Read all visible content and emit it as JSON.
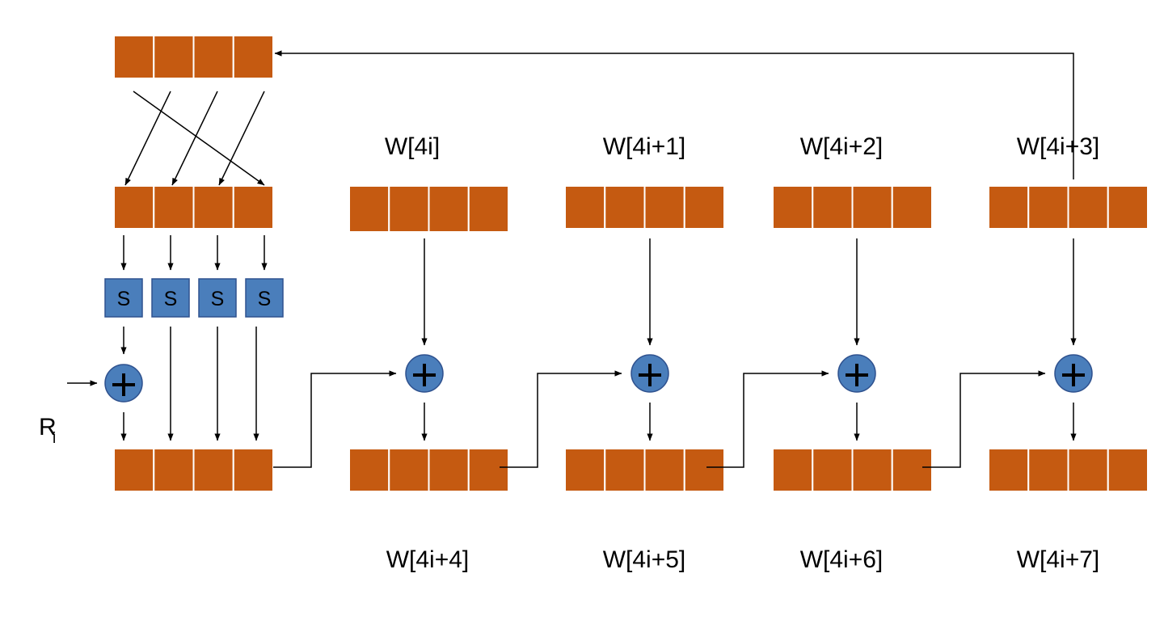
{
  "colors": {
    "word_cell": "#C55A11",
    "sbox_fill": "#4A7EBB",
    "xor_fill": "#4A7EBB",
    "line": "#000000",
    "background": "#FFFFFF"
  },
  "input_label": {
    "main": "R",
    "subscript": "i"
  },
  "sbox_label": "S",
  "top_words": [
    {
      "label": "W[4i]"
    },
    {
      "label": "W[4i+1]"
    },
    {
      "label": "W[4i+2]"
    },
    {
      "label": "W[4i+3]"
    }
  ],
  "bottom_words": [
    {
      "label": "W[4i+4]"
    },
    {
      "label": "W[4i+5]"
    },
    {
      "label": "W[4i+6]"
    },
    {
      "label": "W[4i+7]"
    }
  ],
  "operator_symbol": "xor-circle-plus-icon"
}
